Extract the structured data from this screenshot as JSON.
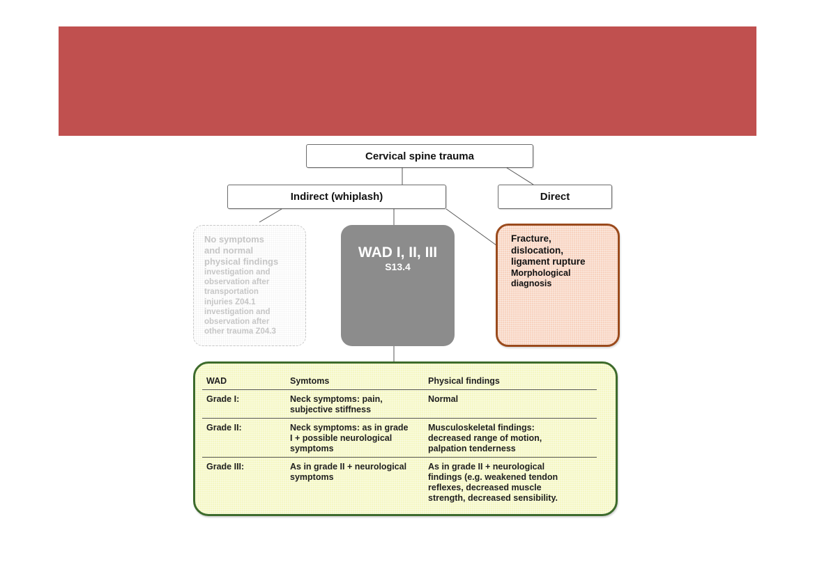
{
  "colors": {
    "banner": "#c0504f",
    "wad_box": "#8c8c8c",
    "fracture_fill": "#f8d2bf",
    "fracture_border": "#9a4a1c",
    "table_fill": "#f5f7c3",
    "table_border": "#3d6b2c"
  },
  "tree": {
    "root": "Cervical spine trauma",
    "indirect": "Indirect (whiplash)",
    "direct": "Direct"
  },
  "no_symptoms": {
    "heading_lines": [
      "No symptoms",
      "and normal",
      "physical findings"
    ],
    "detail_lines": [
      "investigation and",
      "observation after",
      "transportation",
      "injuries Z04.1",
      "investigation and",
      "observation after",
      "other trauma Z04.3"
    ]
  },
  "wad": {
    "title": "WAD I, II, III",
    "code": "S13.4"
  },
  "fracture": {
    "heading_lines": [
      "Fracture,",
      "dislocation,",
      "ligament rupture"
    ],
    "detail_lines": [
      "Morphological",
      "diagnosis"
    ]
  },
  "table": {
    "headers": [
      "WAD",
      "Symtoms",
      "Physical findings"
    ],
    "rows": [
      {
        "grade": "Grade I:",
        "symptoms": [
          "Neck symptoms: pain,",
          "subjective stiffness"
        ],
        "findings": [
          "Normal"
        ]
      },
      {
        "grade": "Grade II:",
        "symptoms": [
          "Neck symptoms: as in grade",
          "I + possible neurological",
          "symptoms"
        ],
        "findings": [
          "Musculoskeletal findings:",
          "decreased range of motion,",
          "palpation tenderness"
        ]
      },
      {
        "grade": "Grade III:",
        "symptoms": [
          "As in grade II + neurological",
          "symptoms"
        ],
        "findings": [
          "As in grade II + neurological",
          "findings (e.g. weakened tendon",
          "reflexes, decreased muscle",
          "strength, decreased sensibility."
        ]
      }
    ]
  }
}
